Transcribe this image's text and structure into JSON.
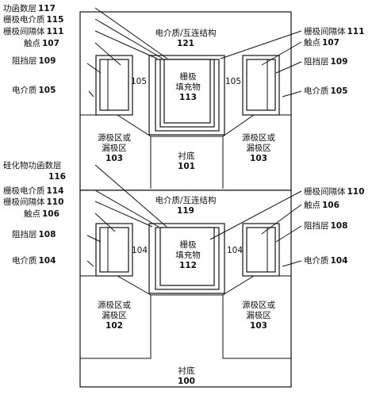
{
  "top": {
    "dielectric_interconnect": {
      "name": "电介质/互连结构",
      "num": "121"
    },
    "gate_fill": {
      "name1": "栅极",
      "name2": "填充物",
      "num": "113"
    },
    "substrate": {
      "name": "衬底",
      "num": "101"
    },
    "sd_left": {
      "name1": "源极区或",
      "name2": "漏极区",
      "num": "103"
    },
    "sd_right": {
      "name1": "源极区或",
      "name2": "漏极区",
      "num": "103"
    },
    "dielectric_left": "105",
    "dielectric_right": "105",
    "left_labels": [
      {
        "text": "功函数层",
        "num": "117"
      },
      {
        "text": "栅极电介质",
        "num": "115"
      },
      {
        "text": "栅极间隔体",
        "num": "111"
      },
      {
        "text": "触点",
        "num": "107"
      },
      {
        "text": "阻挡层",
        "num": "109"
      },
      {
        "text": "电介质",
        "num": "105"
      }
    ],
    "right_labels": [
      {
        "text": "栅极间隔体",
        "num": "111"
      },
      {
        "text": "触点",
        "num": "107"
      },
      {
        "text": "阻挡层",
        "num": "109"
      },
      {
        "text": "电介质",
        "num": "105"
      }
    ]
  },
  "bottom": {
    "dielectric_interconnect": {
      "name": "电介质/互连结构",
      "num": "119"
    },
    "gate_fill": {
      "name1": "栅极",
      "name2": "填充物",
      "num": "112"
    },
    "substrate": {
      "name": "衬底",
      "num": "100"
    },
    "sd_left": {
      "name1": "源极区或",
      "name2": "漏极区",
      "num": "102"
    },
    "sd_right": {
      "name1": "源极区或",
      "name2": "漏极区",
      "num": "103"
    },
    "dielectric_left": "104",
    "dielectric_right": "104",
    "silicide_label": {
      "text": "硅化物功函数层",
      "num": "116"
    },
    "left_labels": [
      {
        "text": "栅极电介质",
        "num": "114"
      },
      {
        "text": "栅极间隔体",
        "num": "110"
      },
      {
        "text": "触点",
        "num": "106"
      },
      {
        "text": "阻挡层",
        "num": "108"
      },
      {
        "text": "电介质",
        "num": "104"
      }
    ],
    "right_labels": [
      {
        "text": "栅极间隔体",
        "num": "110"
      },
      {
        "text": "触点",
        "num": "106"
      },
      {
        "text": "阻挡层",
        "num": "108"
      },
      {
        "text": "电介质",
        "num": "104"
      }
    ]
  }
}
